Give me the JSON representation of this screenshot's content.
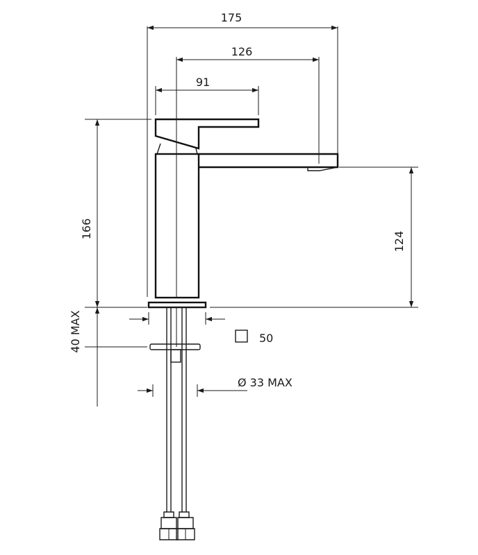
{
  "dimensions": {
    "overall_width": "175",
    "spout_reach": "126",
    "lever_length": "91",
    "total_height": "166",
    "spout_height": "124",
    "max_deck_thickness": "40 MAX",
    "base_size": "50",
    "max_hole_diameter": "Ø 33 MAX"
  },
  "colors": {
    "line": "#1a1a1a",
    "background": "#ffffff"
  }
}
